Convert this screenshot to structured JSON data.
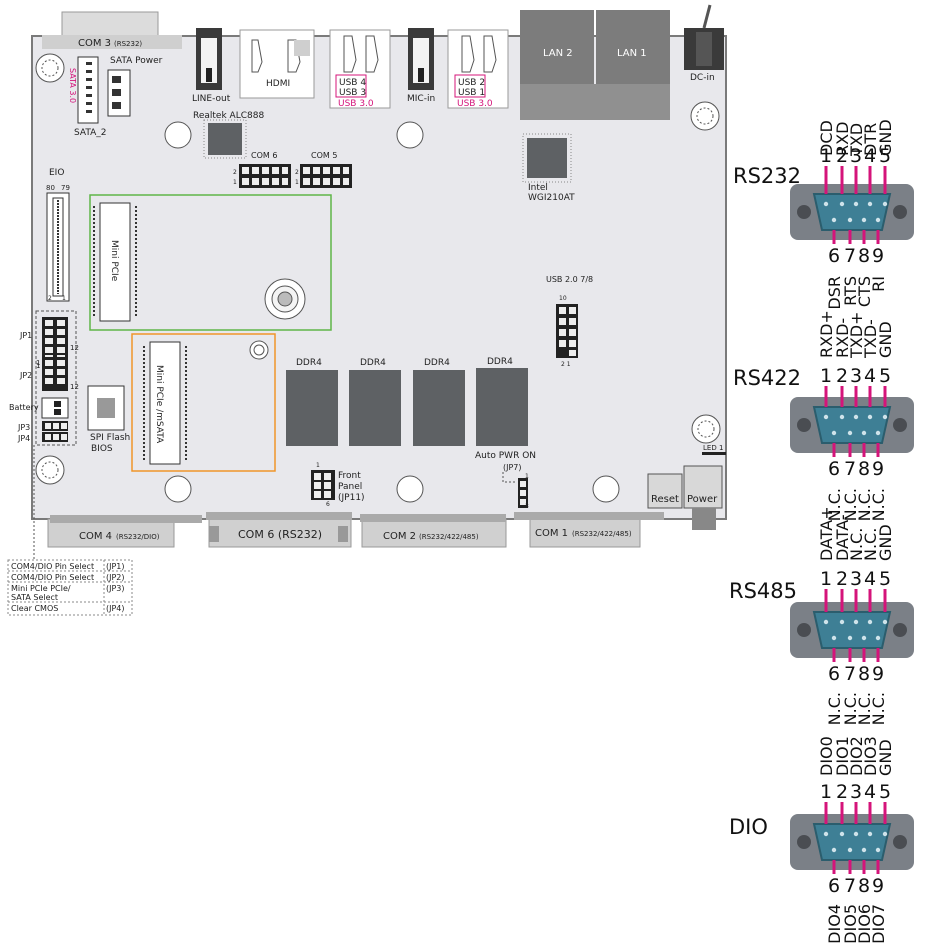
{
  "colors": {
    "board": "#e8e8ec",
    "board_edge": "#7a7a7a",
    "chip": "#5e6164",
    "pin_accent": "#d4147a",
    "usb30": "#d4147a",
    "minipcie_outline": "#5fb548",
    "msata_outline": "#f0952a",
    "db9_shell": "#7b8087",
    "db9_face": "#3e7f95"
  },
  "board": {
    "top_connectors": {
      "com3": "COM 3",
      "com3_note": "(RS232)",
      "line_out": "LINE-out",
      "hdmi": "HDMI",
      "usb_a": [
        "USB 4",
        "USB 3"
      ],
      "usb_a_note": "USB 3.0",
      "mic_in": "MIC-in",
      "usb_b": [
        "USB 2",
        "USB 1"
      ],
      "usb_b_note": "USB 3.0",
      "lan2": "LAN 2",
      "lan1": "LAN 1",
      "dc_in": "DC-in"
    },
    "labels": {
      "sata3": "SATA 3.0",
      "sata_power": "SATA Power",
      "sata2": "SATA_2",
      "realtek": "Realtek ALC888",
      "com6_header": "COM 6",
      "com5_header": "COM 5",
      "header_pin2": "2",
      "header_pin1": "1",
      "intel": "Intel",
      "intel_model": "WGI210AT",
      "eio": "EIO",
      "eio_80": "80",
      "eio_79": "79",
      "eio_2": "2",
      "eio_1": "1",
      "mini_pcie": "Mini PCIe",
      "mini_pcie_msata": "Mini PCIe /mSATA",
      "usb20": "USB 2.0 7/8",
      "usb20_10": "10",
      "usb20_21": "2  1",
      "ddr": [
        "DDR4",
        "DDR4",
        "DDR4",
        "DDR4"
      ],
      "jp1": "JP1",
      "jp2": "JP2",
      "jp_12a": "12",
      "jp_12b": "12",
      "jp_1a": "1",
      "jp_1b": "1",
      "battery": "Battery",
      "jp3": "JP3",
      "jp4": "JP4",
      "spi_flash": "SPI Flash",
      "bios": "BIOS",
      "front_panel_1": "Front",
      "front_panel_2": "Panel",
      "front_panel_3": "(JP11)",
      "fp_pin1": "1",
      "fp_pin6": "6",
      "auto_pwr": "Auto PWR ON",
      "auto_pwr_jp": "(JP7)",
      "jp7_pin1": "1",
      "jp7_pin3": "3",
      "reset": "Reset",
      "power": "Power",
      "led1": "LED 1"
    },
    "bottom_connectors": {
      "com4": "COM 4",
      "com4_note": "(RS232/DIO)",
      "com6": "COM 6 (RS232)",
      "com2": "COM 2",
      "com2_note": "(RS232/422/485)",
      "com1": "COM 1",
      "com1_note": "(RS232/422/485)"
    }
  },
  "jumper_legend": [
    {
      "desc": "COM4/DIO Pin Select",
      "jp": "(JP1)"
    },
    {
      "desc": "COM4/DIO Pin Select",
      "jp": "(JP2)"
    },
    {
      "desc": "Mini PCIe PCIe/",
      "desc2": "SATA Select",
      "jp": "(JP3)"
    },
    {
      "desc": "Clear CMOS",
      "jp": "(JP4)"
    }
  ],
  "pinouts": [
    {
      "title": "RS232",
      "top_numbers": [
        "1",
        "2",
        "3",
        "4",
        "5"
      ],
      "top_signals": [
        "DCD",
        "RXD",
        "TXD",
        "DTR",
        "GND"
      ],
      "bottom_numbers": [
        "6",
        "7",
        "8",
        "9"
      ],
      "bottom_signals": [
        "DSR",
        "RTS",
        "CTS",
        "RI"
      ]
    },
    {
      "title": "RS422",
      "top_numbers": [
        "1",
        "2",
        "3",
        "4",
        "5"
      ],
      "top_signals": [
        "RXD+",
        "RXD-",
        "TXD+",
        "TXD-",
        "GND"
      ],
      "bottom_numbers": [
        "6",
        "7",
        "8",
        "9"
      ],
      "bottom_signals": [
        "N.C.",
        "N.C.",
        "N.C.",
        "N.C."
      ]
    },
    {
      "title": "RS485",
      "top_numbers": [
        "1",
        "2",
        "3",
        "4",
        "5"
      ],
      "top_signals": [
        "DATA+",
        "DATA-",
        "N.C.",
        "N.C.",
        "GND"
      ],
      "bottom_numbers": [
        "6",
        "7",
        "8",
        "9"
      ],
      "bottom_signals": [
        "N.C.",
        "N.C.",
        "N.C.",
        "N.C."
      ]
    },
    {
      "title": "DIO",
      "top_numbers": [
        "1",
        "2",
        "3",
        "4",
        "5"
      ],
      "top_signals": [
        "DIO0",
        "DIO1",
        "DIO2",
        "DIO3",
        "GND"
      ],
      "bottom_numbers": [
        "6",
        "7",
        "8",
        "9"
      ],
      "bottom_signals": [
        "DIO4",
        "DIO5",
        "DIO6",
        "DIO7"
      ]
    }
  ]
}
